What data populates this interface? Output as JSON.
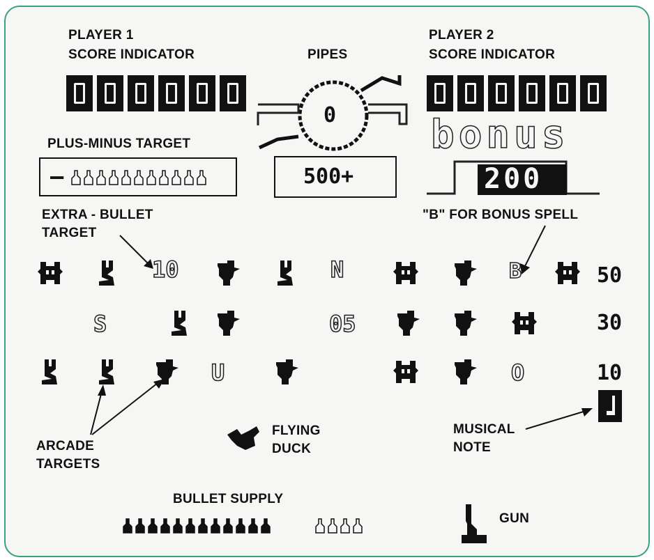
{
  "labels": {
    "player1": [
      "PLAYER 1",
      "SCORE INDICATOR"
    ],
    "player2": [
      "PLAYER 2",
      "SCORE INDICATOR"
    ],
    "pipes": "PIPES",
    "plus_minus": "PLUS-MINUS TARGET",
    "extra_bullet": [
      "EXTRA - BULLET",
      "TARGET"
    ],
    "bonus_spell": "\"B\" FOR BONUS SPELL",
    "arcade": [
      "ARCADE",
      "TARGETS"
    ],
    "flying_duck": [
      "FLYING",
      "DUCK"
    ],
    "musical_note": [
      "MUSICAL",
      "NOTE"
    ],
    "bullet_supply": "BULLET SUPPLY",
    "gun": "GUN"
  },
  "scores": {
    "player1": "000000",
    "player2": "000000"
  },
  "pipes_center": "0",
  "pipes_box": "500+",
  "bonus": {
    "word": "bonus",
    "value": "200"
  },
  "plus_minus_sign": "–",
  "row_values": [
    "50",
    "30",
    "10"
  ],
  "letters": {
    "extra_bullet": "10",
    "n": "N",
    "b": "B",
    "s": "S",
    "zero_five": "05",
    "u": "U",
    "o": "O"
  },
  "colors": {
    "frame": "#3aa37e",
    "ink": "#111111",
    "paper": "#f6f6f4"
  }
}
